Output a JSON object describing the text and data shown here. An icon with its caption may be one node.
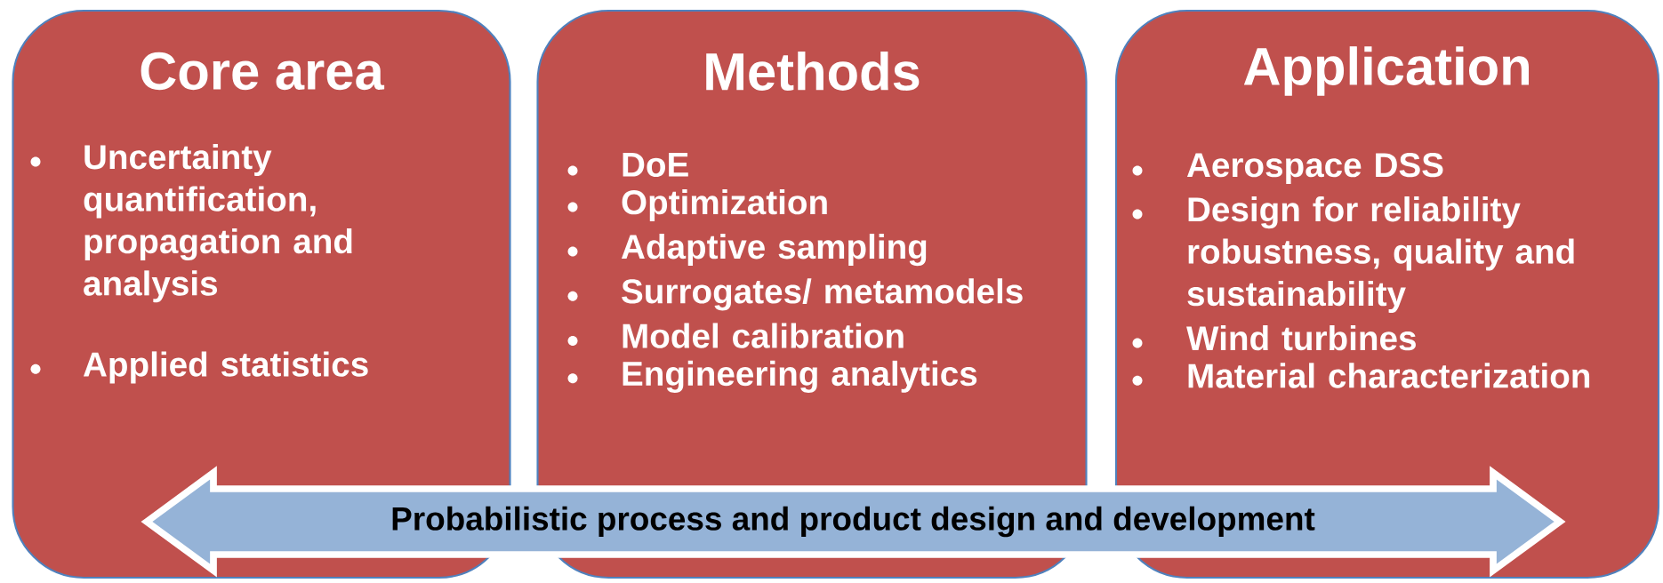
{
  "diagram": {
    "nodes": [
      {
        "text": [
          "Core area",
          "Uncertainty quantification, propagation and analysis",
          "Applied statistics"
        ]
      },
      {
        "text": [
          "Methods",
          "DoE",
          "Optimization",
          "Adaptive sampling",
          "Surrogates/ metamodels",
          "Model calibration",
          "Engineering analytics"
        ]
      },
      {
        "text": [
          "Application",
          "Aerospace DSS",
          "Design for reliability robustness, quality and sustainability",
          "Wind turbines",
          "Material characterization"
        ]
      },
      {
        "text": [
          "Probabilistic process  and product design and development"
        ]
      }
    ]
  }
}
